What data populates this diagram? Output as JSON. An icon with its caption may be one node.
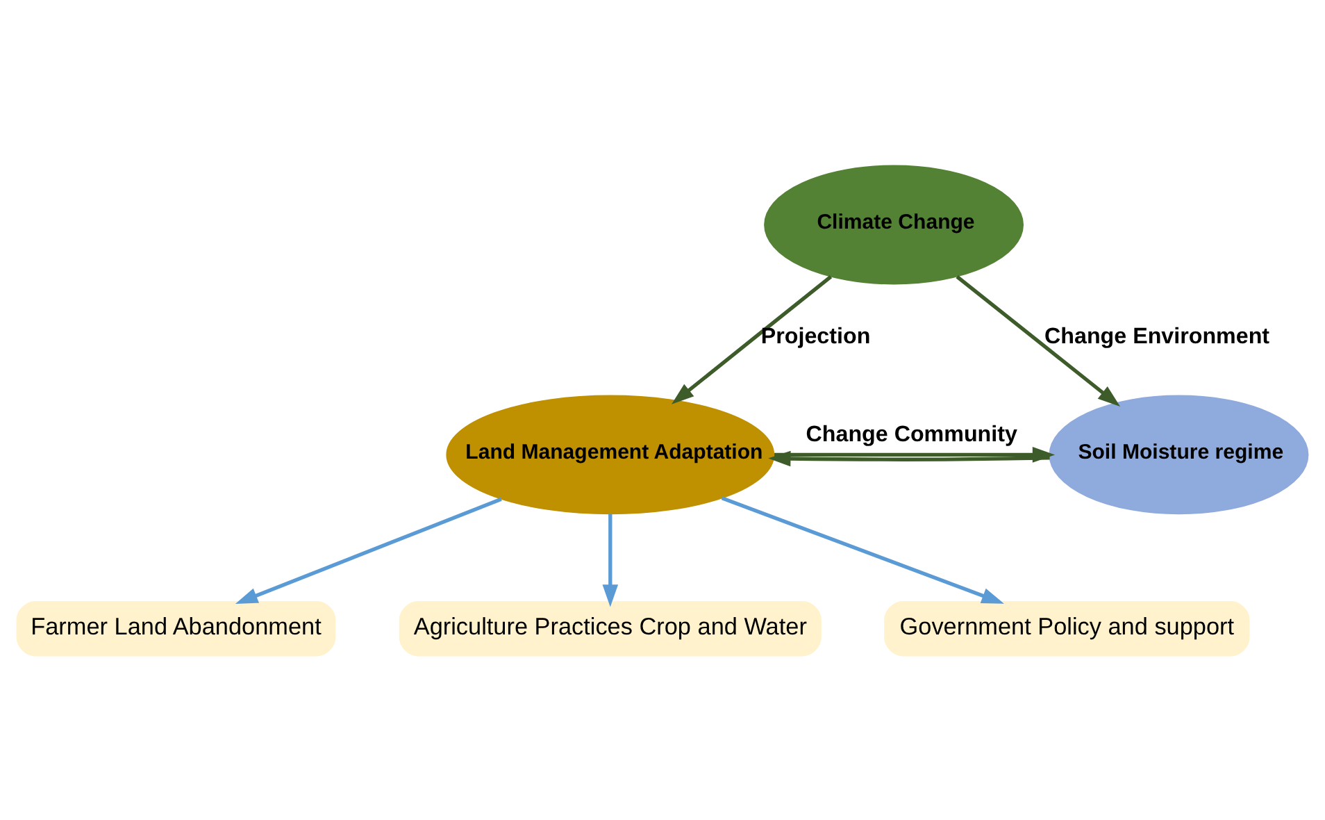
{
  "diagram": {
    "nodes": [
      {
        "text": [
          "Climate Change"
        ]
      },
      {
        "text": [
          "Land Management Adaptation"
        ]
      },
      {
        "text": [
          "Soil Moisture regime"
        ]
      },
      {
        "text": [
          "Farmer Land Abandonment"
        ]
      },
      {
        "text": [
          "Agriculture Practices Crop and Water"
        ]
      },
      {
        "text": [
          "Government Policy and support"
        ]
      }
    ],
    "edges": [
      {
        "from": 0,
        "to": 1,
        "arrow": "to",
        "label": "Projection",
        "color": "#3d5c2a"
      },
      {
        "from": 0,
        "to": 2,
        "arrow": "to",
        "label": "Change Environment",
        "color": "#3d5c2a"
      },
      {
        "from": 1,
        "to": 2,
        "arrow": "to",
        "label": "Change Community",
        "color": "#3d5c2a"
      },
      {
        "from": 2,
        "to": 1,
        "arrow": "to",
        "color": "#3d5c2a"
      },
      {
        "from": 1,
        "to": 3,
        "arrow": "to",
        "color": "#5b9bd5"
      },
      {
        "from": 1,
        "to": 4,
        "arrow": "to",
        "color": "#5b9bd5"
      },
      {
        "from": 1,
        "to": 5,
        "arrow": "to",
        "color": "#5b9bd5"
      }
    ]
  }
}
